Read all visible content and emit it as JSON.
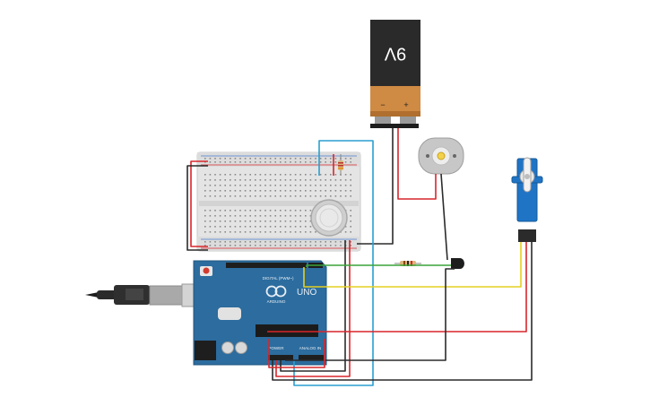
{
  "battery": {
    "label": "9V",
    "minus": "−",
    "plus": "+"
  },
  "arduino": {
    "model": "UNO",
    "brand": "ARDUINO",
    "digital_label": "DIGITAL (PWM~)",
    "power_label": "POWER",
    "analog_label": "ANALOG IN"
  },
  "colors": {
    "wire_red": "#d8262b",
    "wire_black": "#2b2b2b",
    "wire_blue": "#2a9fd0",
    "wire_green": "#3aa33a",
    "wire_yellow": "#e4d021",
    "board_blue": "#2c6c9e",
    "servo_blue": "#1f74c6",
    "battery_orange": "#cf8a44"
  }
}
